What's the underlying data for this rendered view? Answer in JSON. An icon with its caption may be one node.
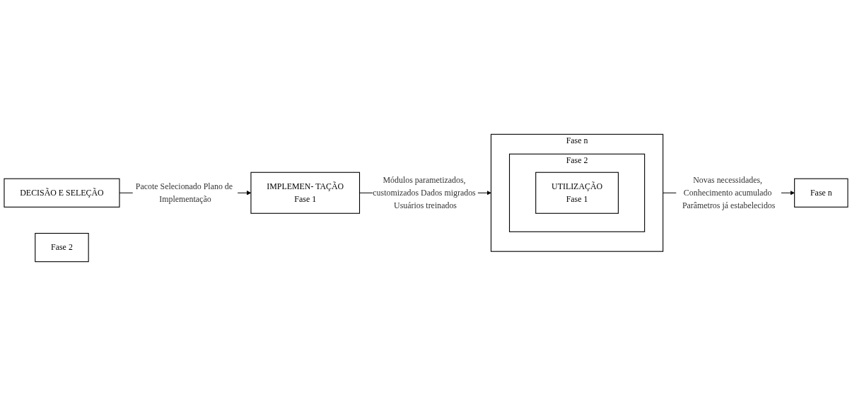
{
  "diagram": {
    "nodes": [
      {
        "text": [
          "DECISÃO E SELEÇÃO"
        ]
      },
      {
        "text": [
          "IMPLEMEN- TAÇÃO",
          "Fase 1"
        ]
      },
      {
        "text": [
          "Fase 2"
        ]
      },
      {
        "text": [
          "Fase n"
        ]
      },
      {
        "text": [
          "Fase n"
        ]
      },
      {
        "text": [
          "Fase 2"
        ],
        "in": 4
      },
      {
        "text": [
          "UTILIZAÇÃO",
          "Fase 1"
        ],
        "in": 5
      }
    ],
    "edges": [
      {
        "from": 0,
        "to": 1,
        "arrow": "to",
        "label": "Pacote Selecionado Plano de Implementação"
      },
      {
        "from": 1,
        "to": 4,
        "arrow": "to",
        "label": "Módulos parametizados, customizados Dados migrados Usuários treinados"
      },
      {
        "from": 4,
        "to": 3,
        "arrow": "to",
        "label": "Novas necessidades, Conhecimento acumulado Parâmetros já estabelecidos"
      }
    ]
  }
}
